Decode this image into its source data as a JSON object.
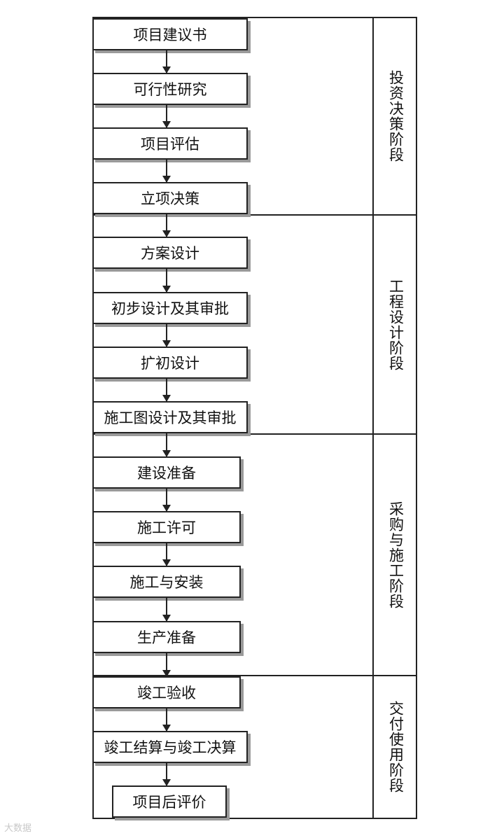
{
  "stages": [
    {
      "label": "投资决策阶段"
    },
    {
      "label": "工程设计阶段"
    },
    {
      "label": "采购与施工阶段"
    },
    {
      "label": "交付使用阶段"
    }
  ],
  "steps": [
    {
      "label": "项目建议书"
    },
    {
      "label": "可行性研究"
    },
    {
      "label": "项目评估"
    },
    {
      "label": "立项决策"
    },
    {
      "label": "方案设计"
    },
    {
      "label": "初步设计及其审批"
    },
    {
      "label": "扩初设计"
    },
    {
      "label": "施工图设计及其审批"
    },
    {
      "label": "建设准备"
    },
    {
      "label": "施工许可"
    },
    {
      "label": "施工与安装"
    },
    {
      "label": "生产准备"
    },
    {
      "label": "竣工验收"
    },
    {
      "label": "竣工结算与竣工决算"
    },
    {
      "label": "项目后评价"
    }
  ],
  "watermark": "大数据"
}
